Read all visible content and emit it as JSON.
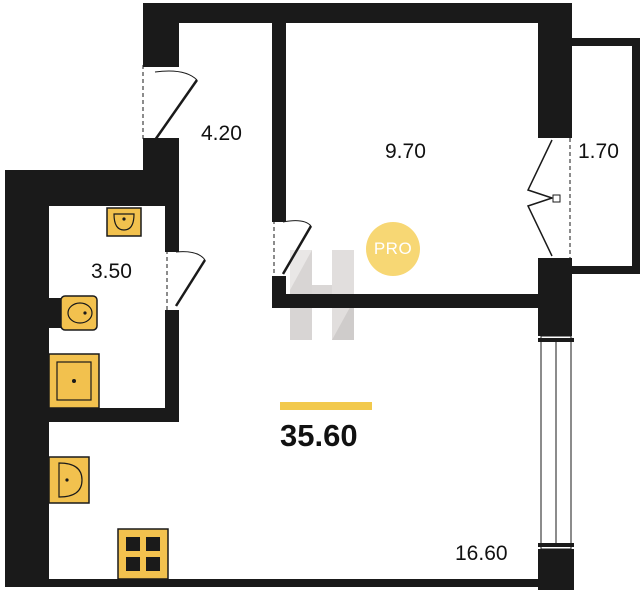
{
  "plan": {
    "rooms": [
      {
        "key": "hall",
        "area": "4.20"
      },
      {
        "key": "bedroom",
        "area": "9.70"
      },
      {
        "key": "balcony",
        "area": "1.70"
      },
      {
        "key": "bathroom",
        "area": "3.50"
      },
      {
        "key": "living",
        "area": "16.60"
      }
    ],
    "total_area": "35.60",
    "badge": "PRO"
  },
  "colors": {
    "wall": "#1a1a1a",
    "fixture": "#F2C14E",
    "accent_bar": "#F2C94C",
    "badge": "#F7D774",
    "watermark": "#c9c4c2"
  },
  "icons": [
    "toilet-icon",
    "sink-icon",
    "shower-tray-icon",
    "kitchen-sink-icon",
    "stove-icon",
    "logo-h-watermark"
  ]
}
